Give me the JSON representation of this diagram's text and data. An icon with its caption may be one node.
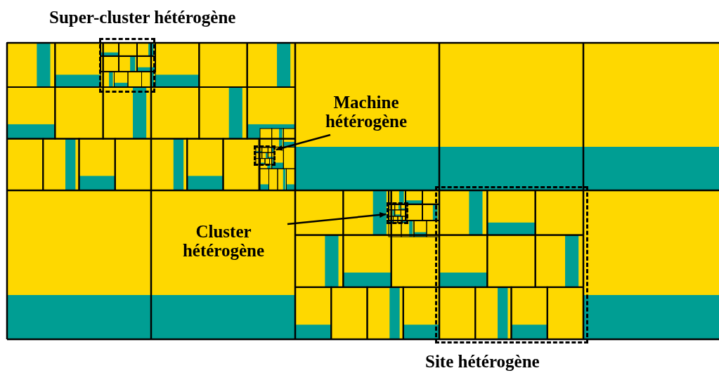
{
  "diagram": {
    "nodes": [
      {
        "text": [
          "Super-cluster hétérogène"
        ]
      },
      {
        "text": [
          "Machine hétérogène"
        ]
      },
      {
        "text": [],
        "shape": "box"
      },
      {
        "text": [
          "Cluster hétérogène"
        ]
      },
      {
        "text": [],
        "shape": "box"
      },
      {
        "text": [
          "Site hétérogène"
        ]
      }
    ],
    "edges": [
      {
        "from": 1,
        "to": 2,
        "arrow": "to"
      },
      {
        "from": 3,
        "to": 4,
        "arrow": "to"
      }
    ]
  }
}
